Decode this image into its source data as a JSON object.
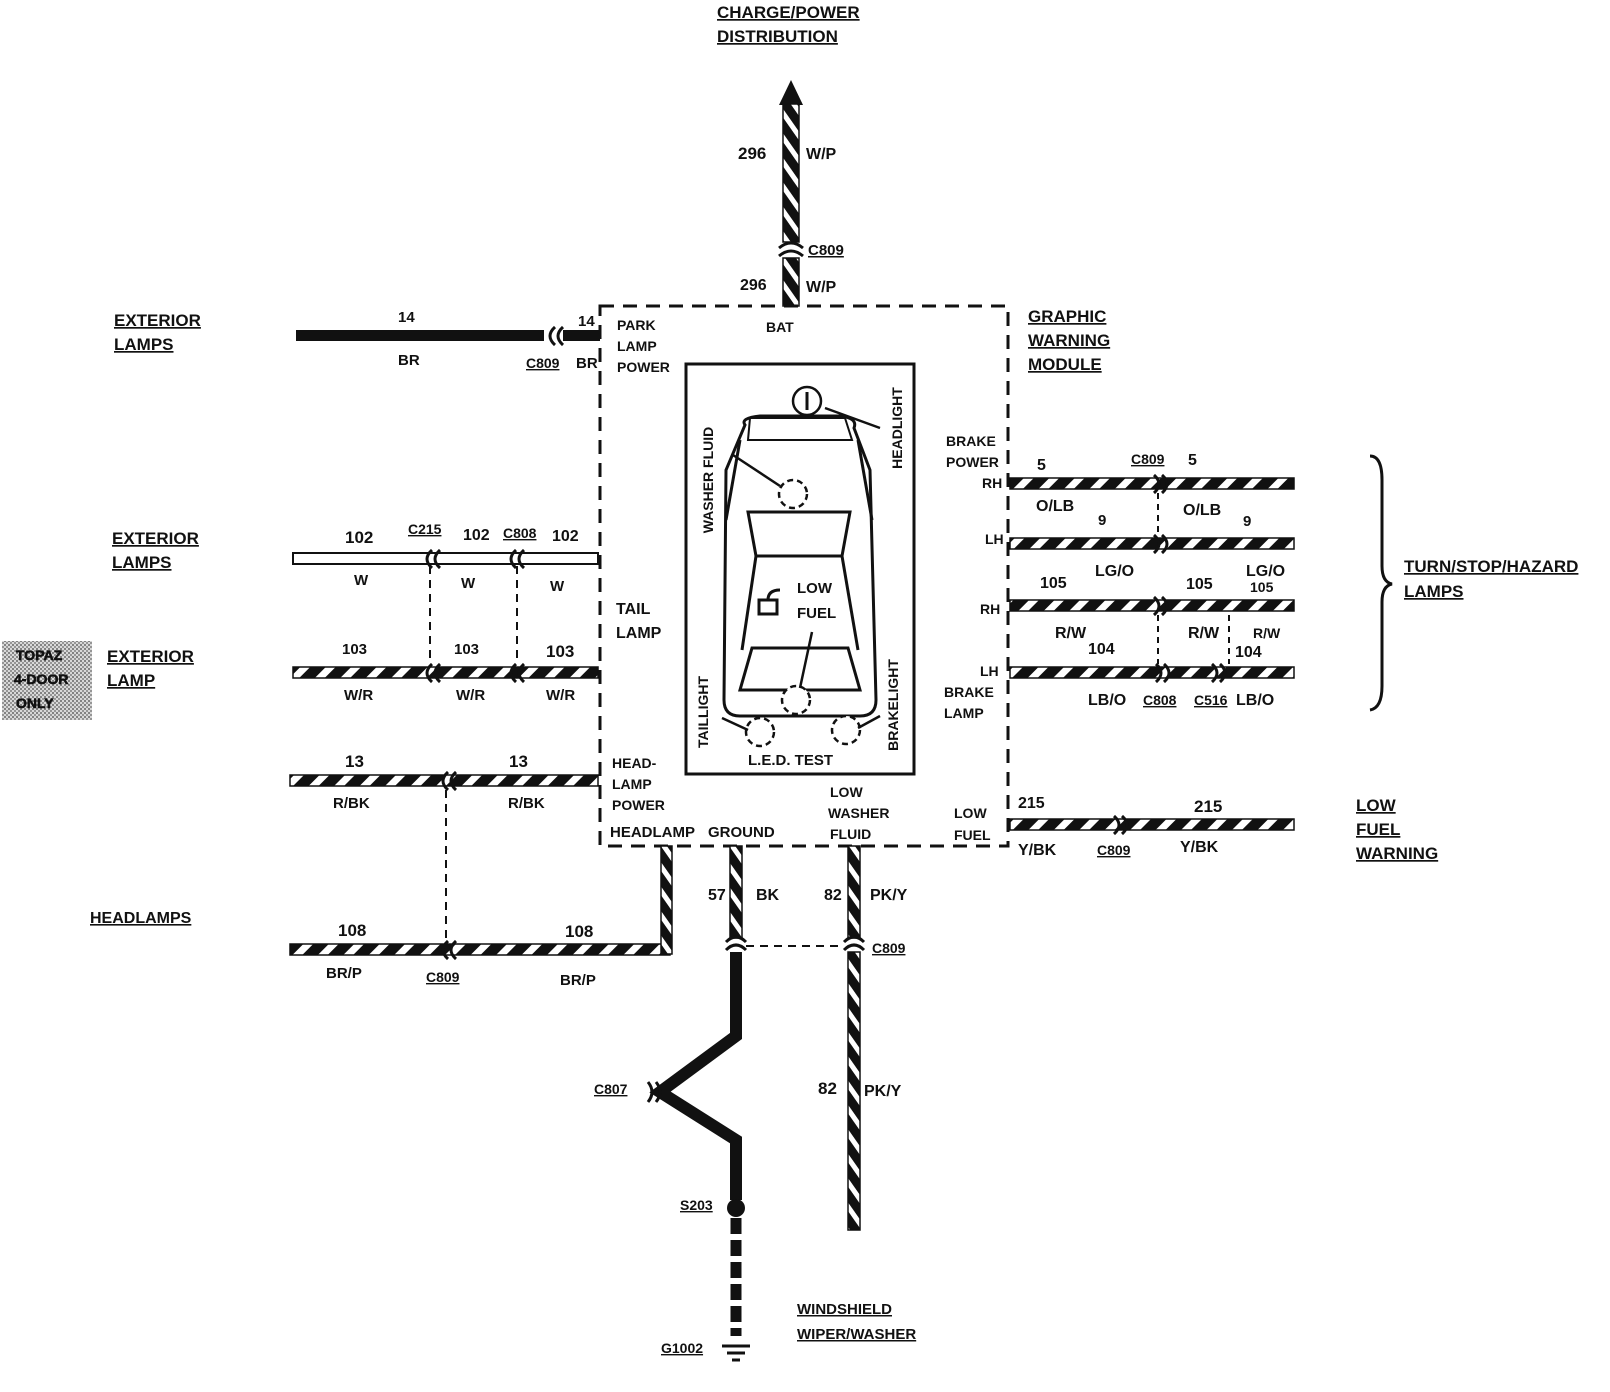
{
  "titles": {
    "top": [
      "CHARGE/POWER",
      "DISTRIBUTION"
    ],
    "module": [
      "GRAPHIC",
      "WARNING",
      "MODULE"
    ],
    "ext1": [
      "EXTERIOR",
      "LAMPS"
    ],
    "ext2": [
      "EXTERIOR",
      "LAMPS"
    ],
    "ext3": [
      "EXTERIOR",
      "LAMP"
    ],
    "topaz": [
      "TOPAZ",
      "4-DOOR",
      "ONLY"
    ],
    "headlamps": "HEADLAMPS",
    "turn": [
      "TURN/STOP/HAZARD",
      "LAMPS"
    ],
    "lowfuel": [
      "LOW",
      "FUEL",
      "WARNING"
    ],
    "windshield": [
      "WINDSHIELD",
      "WIPER/WASHER"
    ]
  },
  "pins": {
    "bat": "BAT",
    "park": [
      "PARK",
      "LAMP",
      "POWER"
    ],
    "tail": [
      "TAIL",
      "LAMP"
    ],
    "headpow": [
      "HEAD-",
      "LAMP",
      "POWER"
    ],
    "headlamp": "HEADLAMP",
    "ground": "GROUND",
    "washer": [
      "LOW",
      "WASHER",
      "FLUID"
    ],
    "lowfuel": [
      "LOW",
      "FUEL"
    ],
    "brake": [
      "BRAKE",
      "POWER",
      "RH"
    ],
    "lh1": "LH",
    "rh2": "RH",
    "brakelamp": [
      "LH",
      "BRAKE",
      "LAMP"
    ]
  },
  "panel": {
    "washer": "WASHER FLUID",
    "headlight": "HEADLIGHT",
    "taillight": "TAILLIGHT",
    "brakelight": "BRAKELIGHT",
    "lowfuel": [
      "LOW",
      "FUEL"
    ],
    "led": "L.E.D. TEST"
  },
  "wires": {
    "w296a": "296",
    "wp_a": "W/P",
    "c809_top": "C809",
    "w296b": "296",
    "wp_b": "W/P",
    "w14a": "14",
    "br_a": "BR",
    "c809_14": "C809",
    "w14b": "14",
    "br_b": "BR",
    "w102a": "102",
    "c215": "C215",
    "w102b": "102",
    "c808": "C808",
    "w102c": "102",
    "w_a": "W",
    "w_b": "W",
    "w_c": "W",
    "w103a": "103",
    "w103b": "103",
    "w103c": "103",
    "wr_a": "W/R",
    "wr_b": "W/R",
    "wr_c": "W/R",
    "w13a": "13",
    "w13b": "13",
    "rbk_a": "R/BK",
    "rbk_b": "R/BK",
    "w108a": "108",
    "w108b": "108",
    "brp_a": "BR/P",
    "c809_108": "C809",
    "brp_b": "BR/P",
    "w57": "57",
    "bk": "BK",
    "w82a": "82",
    "pky_a": "PK/Y",
    "c809_82": "C809",
    "c807": "C807",
    "w82b": "82",
    "pky_b": "PK/Y",
    "s203": "S203",
    "g1002": "G1002",
    "w215a": "215",
    "w215b": "215",
    "ybk_a": "Y/BK",
    "c809_215": "C809",
    "ybk_b": "Y/BK",
    "w5a": "5",
    "c809_5": "C809",
    "w5b": "5",
    "olb_a": "O/LB",
    "olb_b": "O/LB",
    "w9a": "9",
    "w9b": "9",
    "lgo_a": "LG/O",
    "lgo_b": "LG/O",
    "w105a": "105",
    "w105b": "105",
    "w105c": "105",
    "rw_a": "R/W",
    "rw_b": "R/W",
    "rw_c": "R/W",
    "w104a": "104",
    "w104b": "104",
    "lbo_a": "LB/O",
    "c808_r": "C808",
    "c516": "C516",
    "lbo_b": "LB/O"
  }
}
